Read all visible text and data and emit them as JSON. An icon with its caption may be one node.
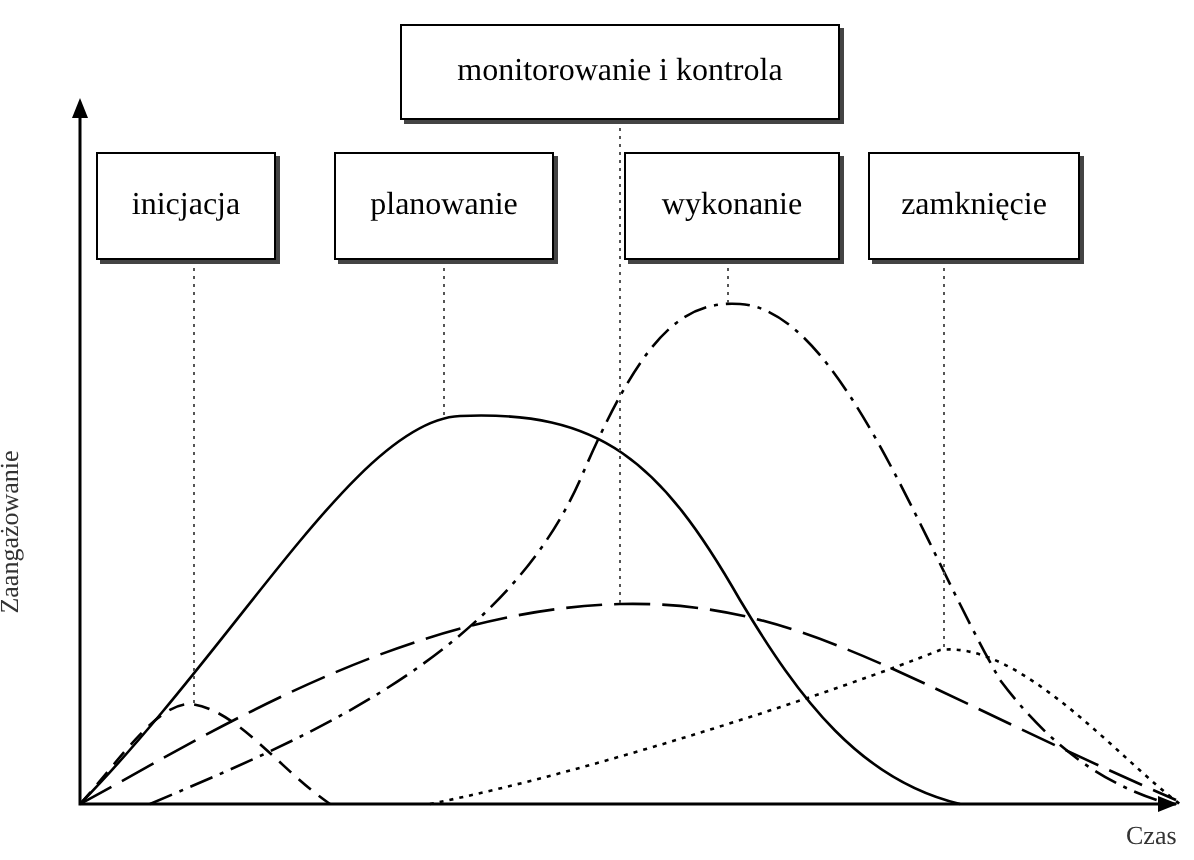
{
  "diagram": {
    "nodes": [
      {
        "text": [
          "monitorowanie i kontrola"
        ]
      },
      {
        "text": [
          "inicjacja"
        ]
      },
      {
        "text": [
          "planowanie"
        ]
      },
      {
        "text": [
          "wykonanie"
        ]
      },
      {
        "text": [
          "zamknięcie"
        ]
      }
    ],
    "edges": [
      {
        "from": 1,
        "to": null,
        "arrow": "none"
      },
      {
        "from": 2,
        "to": null,
        "arrow": "none"
      },
      {
        "from": 0,
        "to": null,
        "arrow": "none"
      },
      {
        "from": 3,
        "to": null,
        "arrow": "none"
      },
      {
        "from": 4,
        "to": null,
        "arrow": "none"
      }
    ],
    "labels": [
      "Zaangażowanie",
      "Czas"
    ]
  }
}
